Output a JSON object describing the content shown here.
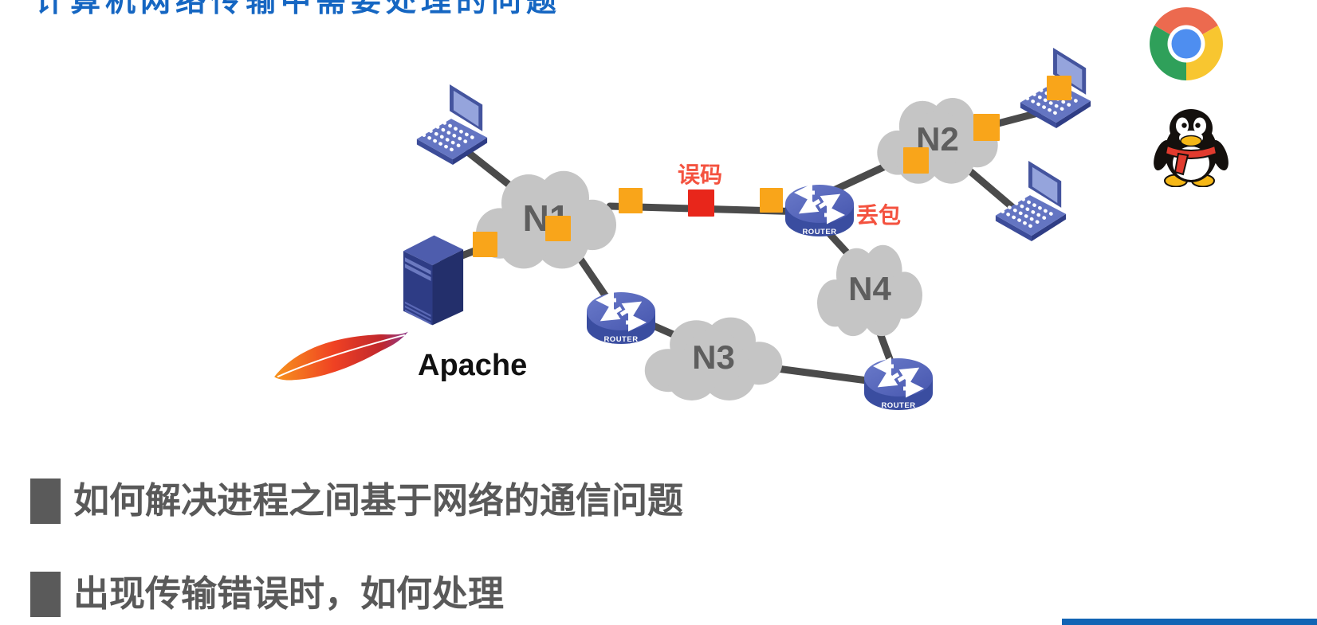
{
  "page": {
    "title_clipped": "计算机网络传输中需要处理的问题"
  },
  "diagram": {
    "router_label": "ROUTER",
    "clouds": [
      {
        "label": "N1"
      },
      {
        "label": "N2"
      },
      {
        "label": "N3"
      },
      {
        "label": "N4"
      }
    ],
    "annotations": {
      "bit_error": "误码",
      "packet_loss": "丢包"
    },
    "server_caption": "Apache",
    "packet_colors": {
      "normal": "#f9a51a",
      "error": "#e8261b"
    }
  },
  "bullets": [
    "如何解决进程之间基于网络的通信问题",
    "出现传输错误时，如何处理"
  ],
  "icons": {
    "top_right_1": "chrome-browser-logo",
    "top_right_2": "qq-penguin-logo"
  },
  "colors": {
    "title_blue": "#1566c2",
    "cloud_gray": "#c5c5c5",
    "link_gray": "#4b4b4b",
    "annotation_red": "#f4523f",
    "bullet_gray": "#595959",
    "accent_bar_blue": "#1164b4"
  }
}
